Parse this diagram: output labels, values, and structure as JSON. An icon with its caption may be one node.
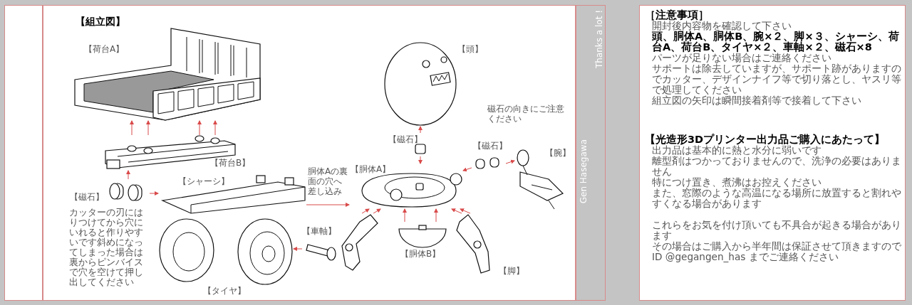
{
  "diagram": {
    "title": "【組立図】",
    "nodes": [
      {
        "text": [
          "【荷台A】"
        ]
      },
      {
        "text": [
          "【荷台B】"
        ]
      },
      {
        "text": [
          "【磁石】",
          "カッターの刃にはりつけてから穴にいれると作りやすいです斜めになってしまった場合は裏からピンバイスで穴を空けて押し出してください"
        ]
      },
      {
        "text": [
          "【シャーシ】"
        ]
      },
      {
        "text": [
          "【タイヤ】"
        ]
      },
      {
        "text": [
          "【車軸】"
        ]
      },
      {
        "text": [
          "【頭】"
        ]
      },
      {
        "text": [
          "【磁石】"
        ]
      },
      {
        "text": [
          "【胴体A】"
        ]
      },
      {
        "text": [
          "【磁石】"
        ]
      },
      {
        "text": [
          "【腕】"
        ]
      },
      {
        "text": [
          "【胴体B】"
        ]
      },
      {
        "text": [
          "【脚】"
        ]
      },
      {
        "text": [],
        "shape": "picture"
      }
    ],
    "edges": [
      {
        "from": 1,
        "to": 0,
        "arrow": "to"
      },
      {
        "from": 1,
        "to": 0,
        "arrow": "to"
      },
      {
        "from": 1,
        "to": 0,
        "arrow": "to"
      },
      {
        "from": 1,
        "to": 0,
        "arrow": "to"
      },
      {
        "from": 2,
        "to": 1,
        "arrow": "to"
      },
      {
        "from": 2,
        "to": 3,
        "arrow": "to"
      },
      {
        "from": 5,
        "to": 4,
        "arrow": "to"
      },
      {
        "from": 3,
        "to": 8,
        "arrow": "to"
      },
      {
        "from": 7,
        "to": 6,
        "arrow": "to"
      },
      {
        "from": 7,
        "to": 8,
        "arrow": "to"
      },
      {
        "from": 11,
        "to": 8,
        "arrow": "to"
      },
      {
        "from": 11,
        "to": 8,
        "arrow": "to"
      },
      {
        "from": 13,
        "to": 8,
        "arrow": "to"
      },
      {
        "from": 13,
        "to": 8,
        "arrow": "to"
      },
      {
        "from": 12,
        "to": 8,
        "arrow": "to"
      },
      {
        "from": 12,
        "to": 8,
        "arrow": "to"
      },
      {
        "from": 9,
        "to": 8,
        "arrow": "to"
      },
      {
        "from": 9,
        "to": 10,
        "arrow": "to"
      }
    ],
    "labels": [
      "Thanks a lot !",
      "Gen Hasegawa",
      "磁石の向きにご注意ください",
      "胴体Aの裏面の穴へ差し込み",
      "［注意事項］",
      "開封後内容物を確認して下さい",
      "頭、胴体A、胴体B、腕×２、脚×３、シャーシ、荷台A、荷台B、タイヤ×２、車軸×２、磁石×8",
      "パーツが足りない場合はご連絡ください",
      "サポートは除去していますが、サポート跡がありますのでカッター、デザインナイフ等で切り落とし、ヤスリ等で処理してください",
      "組立図の矢印は瞬間接着剤等で接着して下さい",
      "【光造形3Dプリンター出力品ご購入にあたって】",
      "出力品は基本的に熱と水分に弱いです",
      "離型剤はつかっておりませんので、洗浄の必要はありません",
      "特につけ置き、煮沸はお控えください",
      "また、窓際のような高温になる場所に放置すると割れやすくなる場合があります",
      "これらをお気を付け頂いても不具合が起きる場合があります",
      "その場合はご購入から半年間は保証させて頂きますので ID @gegangen_has までご連絡ください"
    ]
  }
}
